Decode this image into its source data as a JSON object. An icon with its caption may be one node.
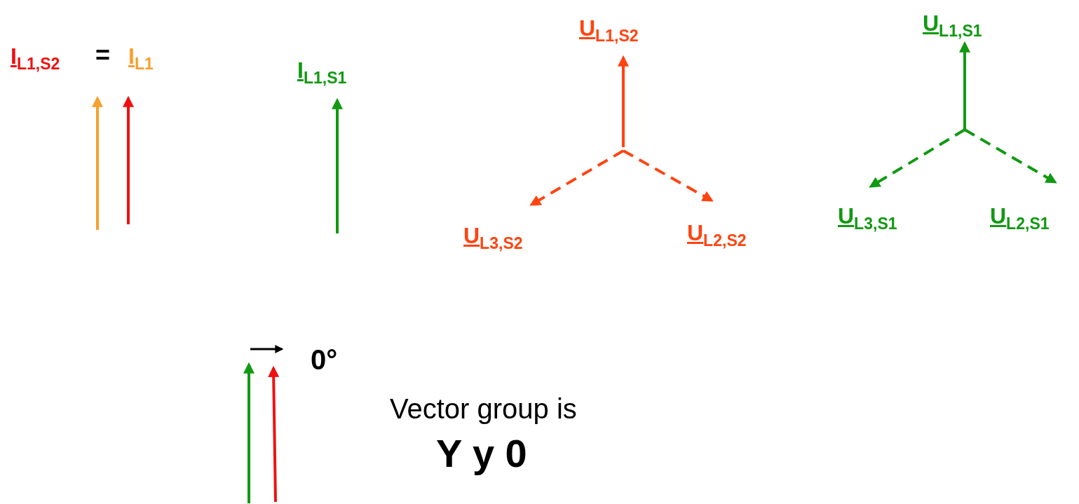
{
  "diagram": {
    "labels": [
      "I$_{L1,S2}$",
      "=",
      "I$_{L1}$",
      "I$_{L1,S1}$",
      "U$_{L1,S2}$",
      "U$_{L1,S1}$",
      "U$_{L3,S2}$",
      "U$_{L2,S2}$",
      "U$_{L3,S1}$",
      "U$_{L2,S1}$",
      "0°",
      "Vector group is",
      "Y y 0"
    ]
  }
}
